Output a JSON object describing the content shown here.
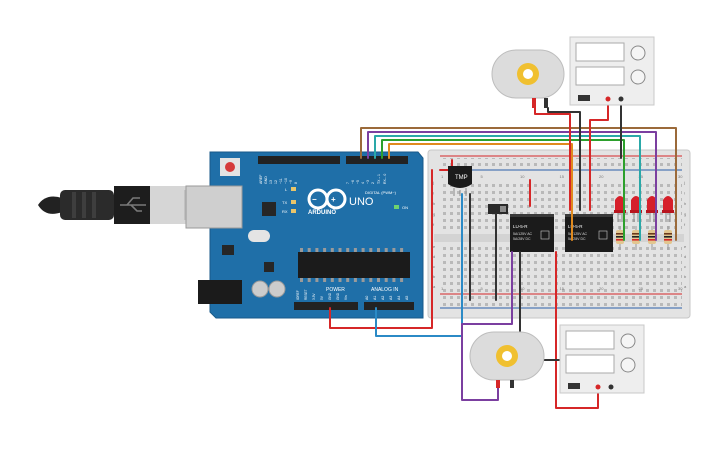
{
  "arduino": {
    "brand": "ARDUINO",
    "model": "UNO",
    "on_label": "ON",
    "l_label": "L",
    "tx_label": "TX",
    "rx_label": "RX",
    "digital_label": "DIGITAL (PWM~)",
    "power_label": "POWER",
    "analog_label": "ANALOG IN",
    "header_top": [
      "AREF",
      "GND",
      "13",
      "12",
      "~11",
      "~10",
      "~9",
      "8",
      "7",
      "~6",
      "~5",
      "4",
      "~3",
      "2",
      "TX→1",
      "RX←0"
    ],
    "header_power": [
      "IOREF",
      "RESET",
      "3.3V",
      "5V",
      "GND",
      "GND",
      "Vin"
    ],
    "header_analog": [
      "A0",
      "A1",
      "A2",
      "A3",
      "A4",
      "A5"
    ]
  },
  "sensor": {
    "label": "TMP"
  },
  "relays": [
    {
      "label": "LU-5-R",
      "spec1": "5A/125V AC",
      "spec2": "5A/28V DC"
    },
    {
      "label": "LU-5-R",
      "spec1": "5A/125V AC",
      "spec2": "5A/28V DC"
    }
  ],
  "breadboard": {
    "row_letters_top": [
      "j",
      "i",
      "h",
      "g",
      "f"
    ],
    "row_letters_bottom": [
      "e",
      "d",
      "c",
      "b",
      "a"
    ],
    "column_numbers": [
      "1",
      "5",
      "10",
      "15",
      "20",
      "25",
      "30"
    ]
  },
  "colors": {
    "arduino_blue": "#1f6fa8",
    "wire_red": "#d62728",
    "wire_black": "#333333",
    "wire_green": "#2ca02c",
    "wire_purple": "#7b3fa0",
    "wire_orange": "#e08a1e",
    "wire_brown": "#9b6a3a",
    "wire_blue": "#2b8ac6",
    "led_red": "#d61f2a"
  }
}
